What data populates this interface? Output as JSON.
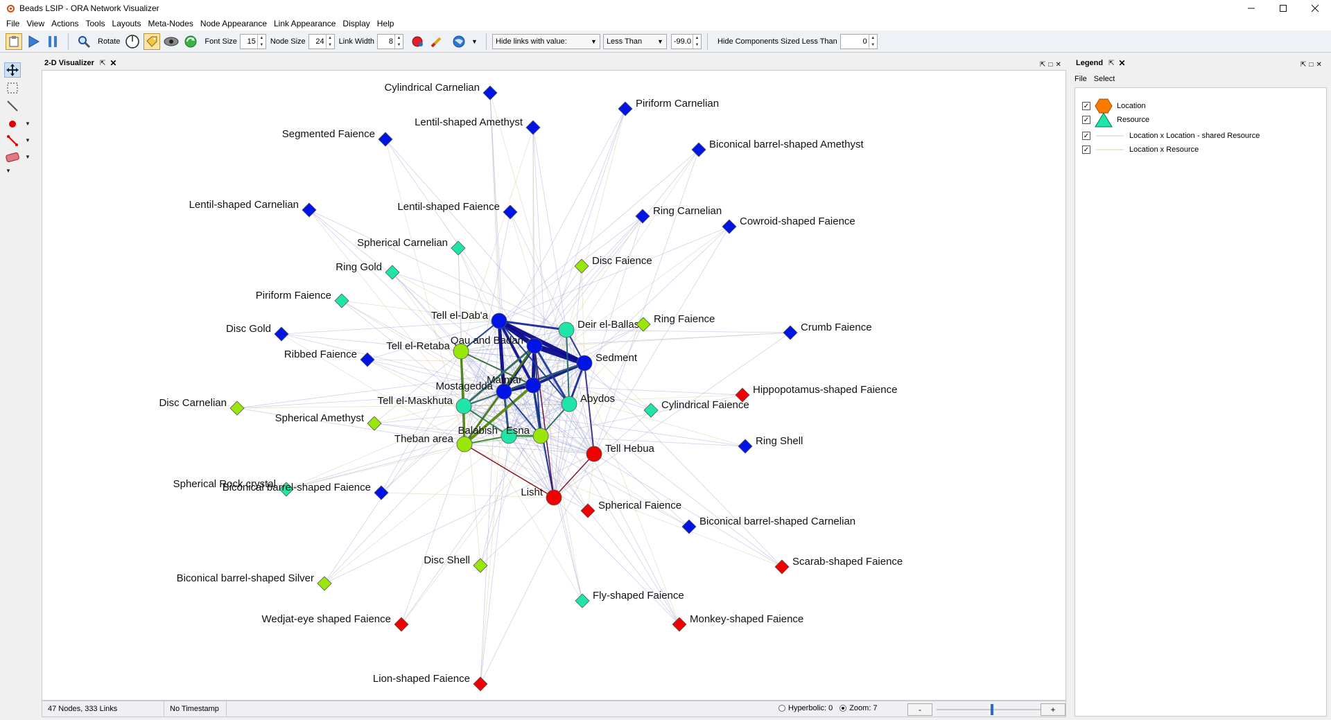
{
  "window": {
    "title": "Beads LSIP - ORA Network Visualizer"
  },
  "menu": [
    "File",
    "View",
    "Actions",
    "Tools",
    "Layouts",
    "Meta-Nodes",
    "Node Appearance",
    "Link Appearance",
    "Display",
    "Help"
  ],
  "toolbar": {
    "rotate_label": "Rotate",
    "font_size_label": "Font Size",
    "font_size_value": "15",
    "node_size_label": "Node Size",
    "node_size_value": "24",
    "link_width_label": "Link Width",
    "link_width_value": "8",
    "hide_links_select": "Hide links with value:",
    "comparison_select": "Less Than",
    "threshold_value": "-99.0",
    "hide_components_label": "Hide Components Sized Less Than",
    "hide_components_value": "0"
  },
  "visualizer": {
    "tab_label": "2-D Visualizer",
    "status_counts": "47 Nodes, 333 Links",
    "status_timestamp": "No Timestamp",
    "hyperbolic_label": "Hyperbolic: 0",
    "zoom_label": "Zoom: 7",
    "zoom_out": "-",
    "zoom_in": "+"
  },
  "legend": {
    "tab_label": "Legend",
    "menu": [
      "File",
      "Select"
    ],
    "items": [
      {
        "label": "Location",
        "shape": "hexagon",
        "color": "#f97a00"
      },
      {
        "label": "Resource",
        "shape": "triangle",
        "color": "#1fe6a8"
      },
      {
        "label": "Location x Location - shared Resource",
        "shape": "line",
        "color": "#c8c8c8"
      },
      {
        "label": "Location x Resource",
        "shape": "line",
        "color": "#d9c8a0"
      }
    ]
  },
  "colors": {
    "blue": "#0014e6",
    "teal": "#1fe6a8",
    "lime": "#98e60a",
    "red": "#f00000"
  },
  "graph": {
    "nodes": [
      {
        "id": "tell-el-daba",
        "label": "Tell el-Dab'a",
        "type": "location",
        "color": "blue"
      },
      {
        "id": "qau",
        "label": "Qau and Badari",
        "type": "location",
        "color": "blue"
      },
      {
        "id": "sedment",
        "label": "Sedment",
        "type": "location",
        "color": "blue"
      },
      {
        "id": "matmar",
        "label": "Matmar",
        "type": "location",
        "color": "blue"
      },
      {
        "id": "mostagedda",
        "label": "Mostagedda",
        "type": "location",
        "color": "blue"
      },
      {
        "id": "deir-el-ballas",
        "label": "Deir el-Ballas",
        "type": "location",
        "color": "teal"
      },
      {
        "id": "abydos",
        "label": "Abydos",
        "type": "location",
        "color": "teal"
      },
      {
        "id": "tell-el-maskhuta",
        "label": "Tell el-Maskhuta",
        "type": "location",
        "color": "teal"
      },
      {
        "id": "balabish",
        "label": "Balabish",
        "type": "location",
        "color": "teal"
      },
      {
        "id": "tell-el-retaba",
        "label": "Tell el-Retaba",
        "type": "location",
        "color": "lime"
      },
      {
        "id": "theban-area",
        "label": "Theban area",
        "type": "location",
        "color": "lime"
      },
      {
        "id": "esna",
        "label": "Esna",
        "type": "location",
        "color": "lime"
      },
      {
        "id": "tell-hebua",
        "label": "Tell Hebua",
        "type": "location",
        "color": "red"
      },
      {
        "id": "lisht",
        "label": "Lisht",
        "type": "location",
        "color": "red"
      },
      {
        "id": "cyl-carnelian",
        "label": "Cylindrical Carnelian",
        "type": "resource",
        "color": "blue"
      },
      {
        "id": "pir-carnelian",
        "label": "Piriform Carnelian",
        "type": "resource",
        "color": "blue"
      },
      {
        "id": "seg-faience",
        "label": "Segmented Faience",
        "type": "resource",
        "color": "blue"
      },
      {
        "id": "lent-amethyst",
        "label": "Lentil-shaped Amethyst",
        "type": "resource",
        "color": "blue"
      },
      {
        "id": "bic-amethyst",
        "label": "Biconical barrel-shaped Amethyst",
        "type": "resource",
        "color": "blue"
      },
      {
        "id": "lent-carnelian",
        "label": "Lentil-shaped Carnelian",
        "type": "resource",
        "color": "blue"
      },
      {
        "id": "lent-faience",
        "label": "Lentil-shaped Faience",
        "type": "resource",
        "color": "blue"
      },
      {
        "id": "ring-carnelian",
        "label": "Ring Carnelian",
        "type": "resource",
        "color": "blue"
      },
      {
        "id": "cowroid",
        "label": "Cowroid-shaped Faience",
        "type": "resource",
        "color": "blue"
      },
      {
        "id": "sph-carnelian",
        "label": "Spherical Carnelian",
        "type": "resource",
        "color": "teal"
      },
      {
        "id": "disc-faience",
        "label": "Disc Faience",
        "type": "resource",
        "color": "lime"
      },
      {
        "id": "ring-gold",
        "label": "Ring Gold",
        "type": "resource",
        "color": "teal"
      },
      {
        "id": "pir-faience",
        "label": "Piriform Faience",
        "type": "resource",
        "color": "teal"
      },
      {
        "id": "ring-faience",
        "label": "Ring Faience",
        "type": "resource",
        "color": "lime"
      },
      {
        "id": "disc-gold",
        "label": "Disc Gold",
        "type": "resource",
        "color": "blue"
      },
      {
        "id": "crumb",
        "label": "Crumb Faience",
        "type": "resource",
        "color": "blue"
      },
      {
        "id": "ribbed",
        "label": "Ribbed Faience",
        "type": "resource",
        "color": "blue"
      },
      {
        "id": "hippo",
        "label": "Hippopotamus-shaped Faience",
        "type": "resource",
        "color": "red"
      },
      {
        "id": "disc-carnelian",
        "label": "Disc Carnelian",
        "type": "resource",
        "color": "lime"
      },
      {
        "id": "cyl-faience",
        "label": "Cylindrical Faience",
        "type": "resource",
        "color": "teal"
      },
      {
        "id": "sph-amethyst",
        "label": "Spherical Amethyst",
        "type": "resource",
        "color": "lime"
      },
      {
        "id": "ring-shell",
        "label": "Ring Shell",
        "type": "resource",
        "color": "blue"
      },
      {
        "id": "sph-rock",
        "label": "Spherical Rock crystal",
        "type": "resource",
        "color": "teal"
      },
      {
        "id": "bic-faience",
        "label": "Biconical barrel-shaped Faience",
        "type": "resource",
        "color": "blue"
      },
      {
        "id": "sph-faience",
        "label": "Spherical Faience",
        "type": "resource",
        "color": "red"
      },
      {
        "id": "bic-carnelian",
        "label": "Biconical barrel-shaped Carnelian",
        "type": "resource",
        "color": "blue"
      },
      {
        "id": "scarab",
        "label": "Scarab-shaped Faience",
        "type": "resource",
        "color": "red"
      },
      {
        "id": "disc-shell",
        "label": "Disc Shell",
        "type": "resource",
        "color": "lime"
      },
      {
        "id": "bic-silver",
        "label": "Biconical barrel-shaped Silver",
        "type": "resource",
        "color": "lime"
      },
      {
        "id": "fly",
        "label": "Fly-shaped Faience",
        "type": "resource",
        "color": "teal"
      },
      {
        "id": "wedjat",
        "label": "Wedjat-eye shaped Faience",
        "type": "resource",
        "color": "red"
      },
      {
        "id": "monkey",
        "label": "Monkey-shaped Faience",
        "type": "resource",
        "color": "red"
      },
      {
        "id": "lion",
        "label": "Lion-shaped Faience",
        "type": "resource",
        "color": "red"
      }
    ],
    "strong_links": [
      [
        "tell-el-daba",
        "qau",
        7,
        "#0a0a8c"
      ],
      [
        "tell-el-daba",
        "sedment",
        6,
        "#0a0a8c"
      ],
      [
        "qau",
        "sedment",
        8,
        "#0a0a8c"
      ],
      [
        "tell-el-daba",
        "matmar",
        4,
        "#10128f"
      ],
      [
        "tell-el-daba",
        "mostagedda",
        5,
        "#0a0a8c"
      ],
      [
        "qau",
        "matmar",
        5,
        "#0a0a8c"
      ],
      [
        "qau",
        "mostagedda",
        4,
        "#0a0a8c"
      ],
      [
        "sedment",
        "matmar",
        4,
        "#10128f"
      ],
      [
        "sedment",
        "mostagedda",
        3,
        "#10128f"
      ],
      [
        "matmar",
        "mostagedda",
        4,
        "#0a0a8c"
      ],
      [
        "tell-el-daba",
        "deir-el-ballas",
        3,
        "#1a2a9a"
      ],
      [
        "sedment",
        "abydos",
        3,
        "#1a2a9a"
      ],
      [
        "qau",
        "abydos",
        3,
        "#1f3a9a"
      ],
      [
        "mostagedda",
        "balabish",
        3,
        "#1f4a8a"
      ],
      [
        "matmar",
        "esna",
        3,
        "#1f4a8a"
      ],
      [
        "tell-el-retaba",
        "tell-el-maskhuta",
        3,
        "#3a7a2a"
      ],
      [
        "tell-el-retaba",
        "theban-area",
        3,
        "#4d8a1a"
      ],
      [
        "theban-area",
        "tell-el-maskhuta",
        3,
        "#5a8a1a"
      ],
      [
        "theban-area",
        "matmar",
        4,
        "#5a8a10"
      ],
      [
        "theban-area",
        "qau",
        3,
        "#4a7a14"
      ],
      [
        "tell-el-maskhuta",
        "qau",
        3,
        "#2a6a60"
      ],
      [
        "tell-el-maskhuta",
        "sedment",
        2,
        "#2a6a60"
      ],
      [
        "balabish",
        "esna",
        3,
        "#3a8a3a"
      ],
      [
        "abydos",
        "esna",
        2,
        "#2a6a6a"
      ],
      [
        "deir-el-ballas",
        "sedment",
        2,
        "#1a3a8a"
      ],
      [
        "theban-area",
        "balabish",
        2,
        "#3a8a20"
      ],
      [
        "tell-el-daba",
        "tell-el-retaba",
        2,
        "#1a3a8a"
      ],
      [
        "mostagedda",
        "esna",
        2,
        "#1a3a8a"
      ],
      [
        "qau",
        "esna",
        2,
        "#1a3a8a"
      ],
      [
        "sedment",
        "tell-hebua",
        2,
        "#3a2a8a"
      ],
      [
        "lisht",
        "theban-area",
        1.5,
        "#8a0a0a"
      ],
      [
        "lisht",
        "matmar",
        2,
        "#1a2a8a"
      ],
      [
        "lisht",
        "qau",
        1.5,
        "#5a0a4a"
      ],
      [
        "lisht",
        "tell-hebua",
        1.5,
        "#7a0a2a"
      ],
      [
        "tell-el-daba",
        "abydos",
        2,
        "#1a3a8a"
      ],
      [
        "deir-el-ballas",
        "abydos",
        2,
        "#1a6a6a"
      ],
      [
        "tell-el-maskhuta",
        "balabish",
        2,
        "#2a7a4a"
      ],
      [
        "tell-el-retaba",
        "matmar",
        2,
        "#3a6a3a"
      ]
    ]
  }
}
